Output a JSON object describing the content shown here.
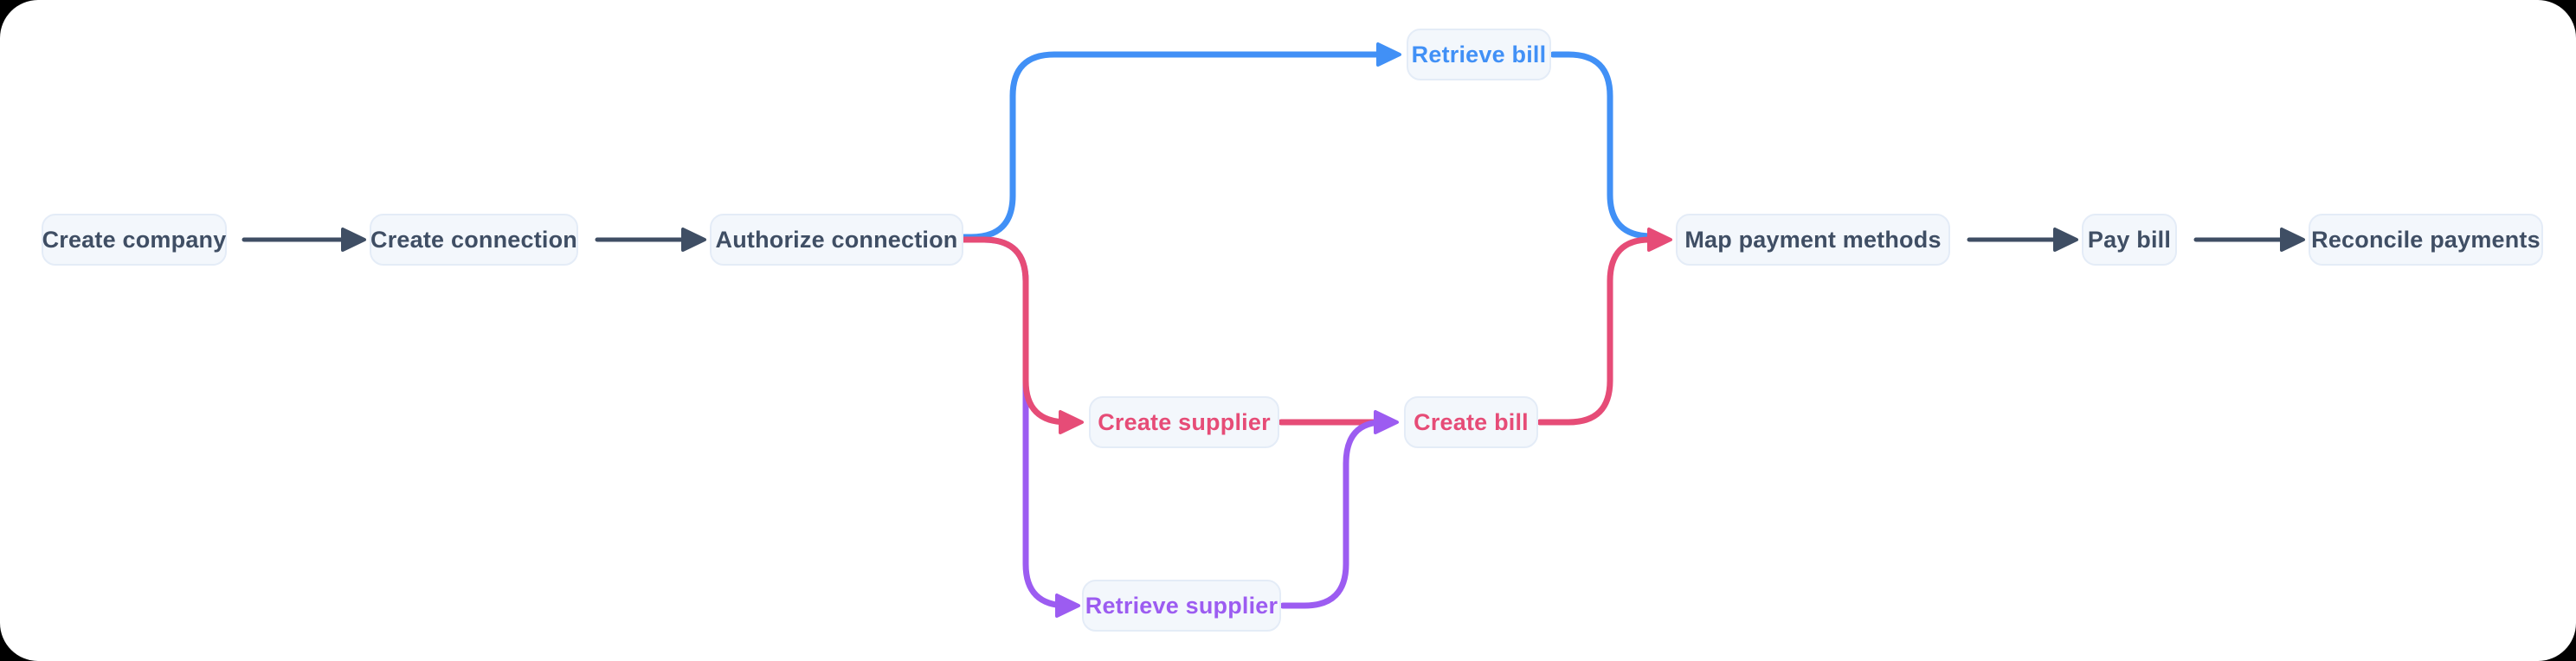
{
  "colors": {
    "dark": "#3f4e64",
    "blue": "#4190f6",
    "pink": "#e64c77",
    "purple": "#9c5cf1",
    "node_fill": "#f3f7fc",
    "node_border": "#e4ecf7",
    "canvas_bg": "#ffffff",
    "page_bg": "#000000"
  },
  "diagram": {
    "nodes": [
      {
        "id": "create-company",
        "label": "Create company",
        "color": "dark"
      },
      {
        "id": "create-connection",
        "label": "Create connection",
        "color": "dark"
      },
      {
        "id": "authorize-connection",
        "label": "Authorize connection",
        "color": "dark"
      },
      {
        "id": "retrieve-bill",
        "label": "Retrieve bill",
        "color": "blue"
      },
      {
        "id": "create-supplier",
        "label": "Create supplier",
        "color": "pink"
      },
      {
        "id": "create-bill",
        "label": "Create bill",
        "color": "pink"
      },
      {
        "id": "retrieve-supplier",
        "label": "Retrieve supplier",
        "color": "purple"
      },
      {
        "id": "map-payment-methods",
        "label": "Map payment methods",
        "color": "dark"
      },
      {
        "id": "pay-bill",
        "label": "Pay bill",
        "color": "dark"
      },
      {
        "id": "reconcile-payments",
        "label": "Reconcile payments",
        "color": "dark"
      }
    ],
    "edges": [
      {
        "from": "authorize-connection",
        "to": "retrieve-supplier",
        "color": "purple"
      },
      {
        "from": "authorize-connection",
        "to": "retrieve-bill",
        "color": "blue"
      },
      {
        "from": "authorize-connection",
        "to": "create-supplier",
        "color": "pink"
      },
      {
        "from": "retrieve-bill",
        "to": "map-payment-methods",
        "color": "blue"
      },
      {
        "from": "create-bill",
        "to": "map-payment-methods",
        "color": "pink"
      },
      {
        "from": "create-supplier",
        "to": "create-bill",
        "color": "pink"
      },
      {
        "from": "retrieve-supplier",
        "to": "create-bill",
        "color": "purple"
      },
      {
        "from": "create-company",
        "to": "create-connection",
        "color": "dark"
      },
      {
        "from": "create-connection",
        "to": "authorize-connection",
        "color": "dark"
      },
      {
        "from": "map-payment-methods",
        "to": "pay-bill",
        "color": "dark"
      },
      {
        "from": "pay-bill",
        "to": "reconcile-payments",
        "color": "dark"
      }
    ]
  }
}
